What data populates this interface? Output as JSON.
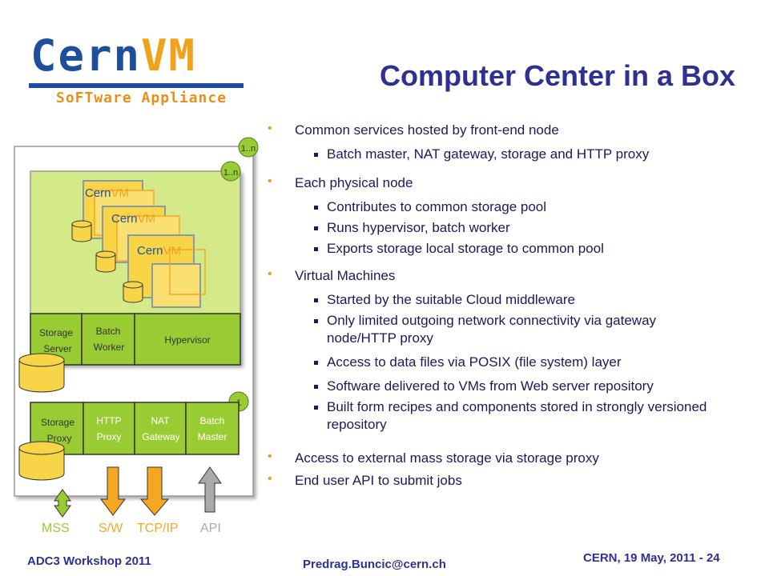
{
  "logo": {
    "part1": "Cern",
    "part2": "VM",
    "subtitle": "SoFTware Appliance"
  },
  "title": "Computer Center in a Box",
  "bullets": [
    {
      "text": "Common services hosted by front-end node",
      "sub": [
        "Batch master, NAT gateway, storage and HTTP proxy"
      ]
    },
    {
      "text": "Each physical node",
      "sub": [
        "Contributes to common storage  pool",
        "Runs hypervisor, batch  worker",
        "Exports storage local storage to common pool"
      ]
    },
    {
      "text": "Virtual Machines",
      "sub": [
        "Started by the suitable Cloud middleware",
        "Only limited outgoing network connectivity via gateway node/HTTP proxy",
        "Access to data files via POSIX (file system) layer",
        "Software delivered to VMs from Web server repository",
        "Built form recipes and components stored in strongly versioned repository"
      ]
    },
    {
      "text": "Access to external mass storage via storage proxy",
      "sub": []
    },
    {
      "text": "End user API to submit jobs",
      "sub": []
    }
  ],
  "diagram": {
    "badge_outer": "1..n",
    "badge_inner": "1..n",
    "badge_front": "1",
    "vm_label_a": "Cern",
    "vm_label_b": "VM",
    "node_boxes": [
      "Storage Server",
      "Batch Worker",
      "Hypervisor"
    ],
    "front_boxes": [
      "Storage Proxy",
      "HTTP Proxy",
      "NAT Gateway",
      "Batch Master"
    ],
    "arrows": [
      "MSS",
      "S/W",
      "TCP/IP",
      "API"
    ],
    "colors": {
      "green": "#99cc33",
      "light_green": "#d4ea88",
      "yellow": "#f7d547",
      "orange": "#f5a623",
      "mss": "#99cc33",
      "sw": "#f5a623",
      "api": "#aaaaaa"
    }
  },
  "footer": {
    "left": "ADC3 Workshop 2011",
    "center": "Predrag.Buncic@cern.ch",
    "right": "CERN, 19 May,  2011 - 24"
  }
}
